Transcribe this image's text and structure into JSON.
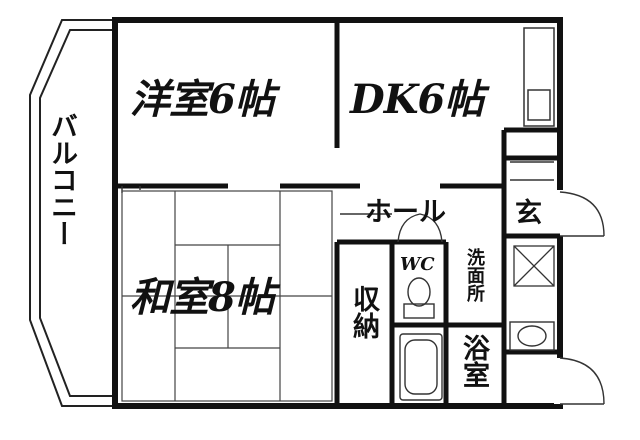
{
  "rooms": {
    "balcony": "バルコニー",
    "western_room": "洋室6帖",
    "dk": "DK6帖",
    "hall": "ホール",
    "entrance": "玄",
    "japanese_room": "和室8帖",
    "storage": "収納",
    "wc": "WC",
    "washroom": "洗面所",
    "bathroom": "浴室"
  }
}
